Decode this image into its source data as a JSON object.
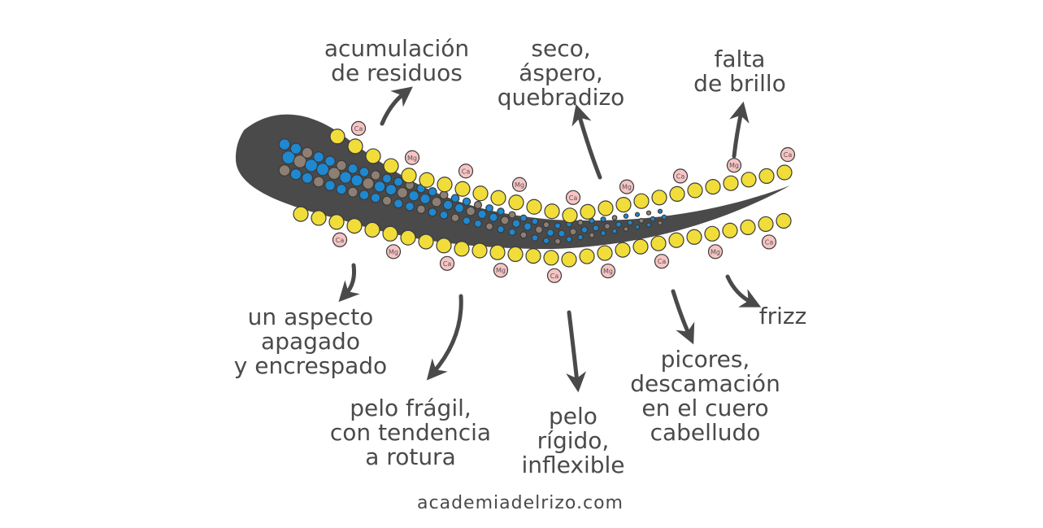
{
  "labels": {
    "residuos": [
      "acumulación",
      "de residuos"
    ],
    "seco": [
      "seco,",
      "áspero,",
      "quebradizo"
    ],
    "brillo": [
      "falta",
      "de brillo"
    ],
    "apagado": [
      "un aspecto",
      "apagado",
      "y encrespado"
    ],
    "fragil": [
      "pelo frágil,",
      "con tendencia",
      "a rotura"
    ],
    "rigido": [
      "pelo",
      "rígido,",
      "inflexible"
    ],
    "picores": [
      "picores,",
      "descamación",
      "en el cuero",
      "cabelludo"
    ],
    "frizz": [
      "frizz"
    ]
  },
  "mineral_labels": {
    "calcium": "Ca",
    "magnesium": "Mg"
  },
  "footer": "academiadelrizo.com",
  "colors": {
    "hair": "#4a4a4a",
    "text": "#4a4a4a",
    "water_drop": "#1e88d0",
    "residue": "#8d7f74",
    "oil_bead": "#f1dd3a",
    "mineral": "#f7c4c4"
  }
}
